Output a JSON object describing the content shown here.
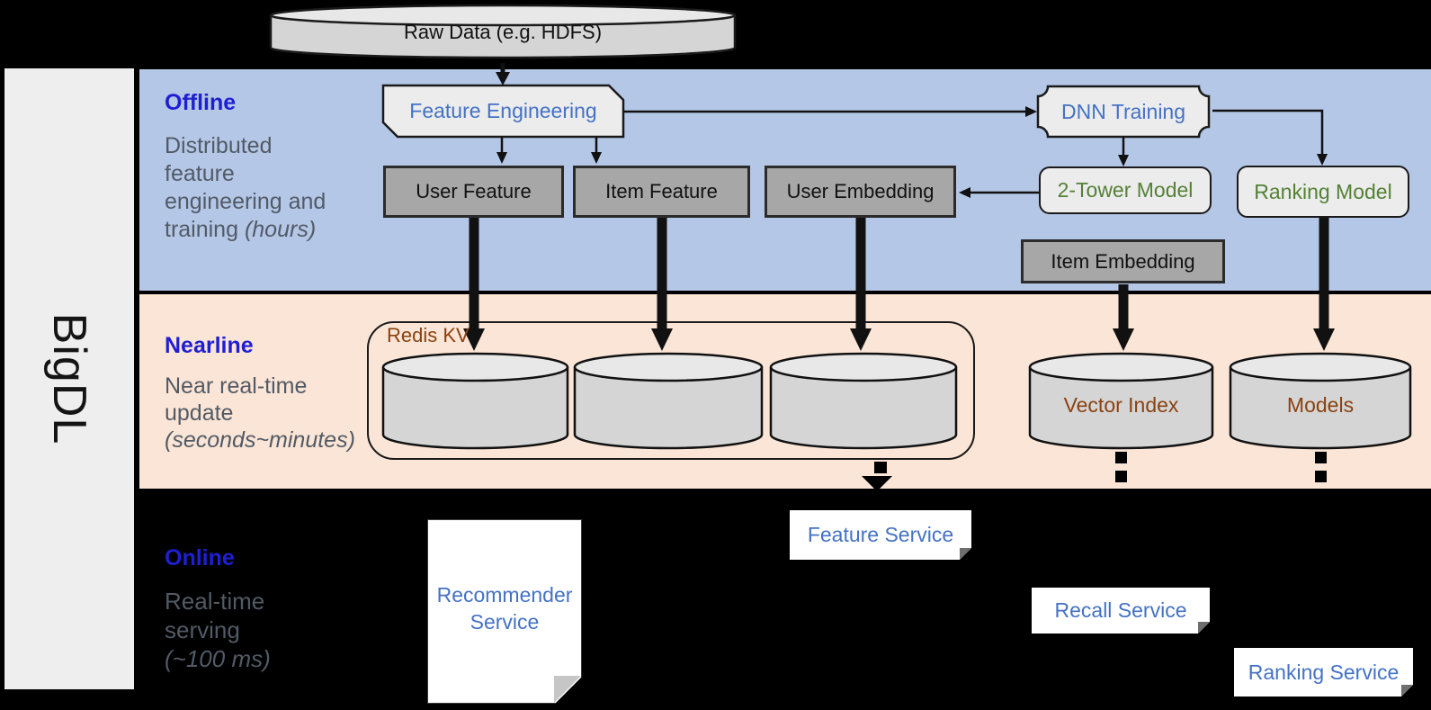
{
  "colors": {
    "background": "#000000",
    "sidebar_bg": "#eeeeee",
    "offline_band": "#b4c7e7",
    "nearline_band": "#fbe5d6",
    "header_blue": "#1f1fd2",
    "desc_gray": "#525a66",
    "label_blue": "#4472c4",
    "model_green": "#538135",
    "store_brown": "#8a4210",
    "box_gray": "#a7a7a7",
    "box_light": "#ececec",
    "cylinder_body": "#d5d5d5",
    "cylinder_top": "#e8e8e8"
  },
  "sidebar": {
    "label": "BigDL"
  },
  "source": {
    "label": "Raw Data (e.g. HDFS)"
  },
  "offline": {
    "title": "Offline",
    "desc_line1": "Distributed",
    "desc_line2": "feature",
    "desc_line3": "engineering and",
    "desc_line4": "training ",
    "desc_line4_italic": "(hours)",
    "boxes": {
      "feature_engineering": "Feature Engineering",
      "dnn_training": "DNN Training",
      "user_feature": "User Feature",
      "item_feature": "Item Feature",
      "user_embedding": "User Embedding",
      "two_tower_model": "2-Tower Model",
      "ranking_model": "Ranking Model",
      "item_embedding": "Item Embedding"
    }
  },
  "nearline": {
    "title": "Nearline",
    "desc_line1": "Near real-time",
    "desc_line2": "update",
    "desc_line3_italic": "(seconds~minutes)",
    "redis_label": "Redis KV",
    "vector_index": "Vector Index",
    "models": "Models"
  },
  "online": {
    "title": "Online",
    "desc_line1": "Real-time",
    "desc_line2": "serving",
    "desc_line3_italic": "(~100 ms)",
    "services": {
      "recommender_line1": "Recommender",
      "recommender_line2": "Service",
      "feature": "Feature Service",
      "recall": "Recall Service",
      "ranking": "Ranking Service"
    }
  }
}
